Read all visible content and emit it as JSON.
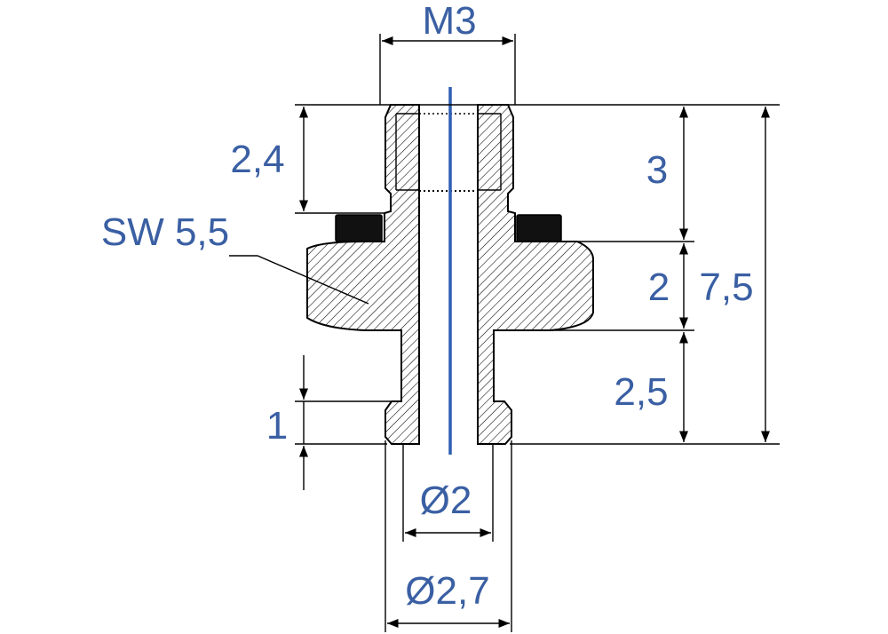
{
  "labels": {
    "thread": "M3",
    "wrench_size": "SW 5,5",
    "dim_2_4": "2,4",
    "dim_1": "1",
    "dim_3": "3",
    "dim_2": "2",
    "dim_7_5": "7,5",
    "dim_2_5": "2,5",
    "dia_2": "Ø2",
    "dia_2_7": "Ø2,7"
  },
  "colors": {
    "dimension_text": "#3a5fa3",
    "centerline": "#2f5fb3",
    "seal": "#111111",
    "outline": "#000000"
  }
}
